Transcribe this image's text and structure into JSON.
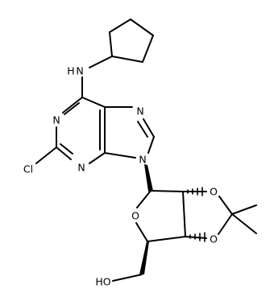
{
  "structure": {
    "atoms": {
      "n_h": "N",
      "h_on_n": "H",
      "n1": "N",
      "n3": "N",
      "n7": "N",
      "n9": "N",
      "cl": "Cl",
      "o_ring": "O",
      "o_diox_top": "O",
      "o_diox_bottom": "O",
      "oh": "HO"
    }
  }
}
